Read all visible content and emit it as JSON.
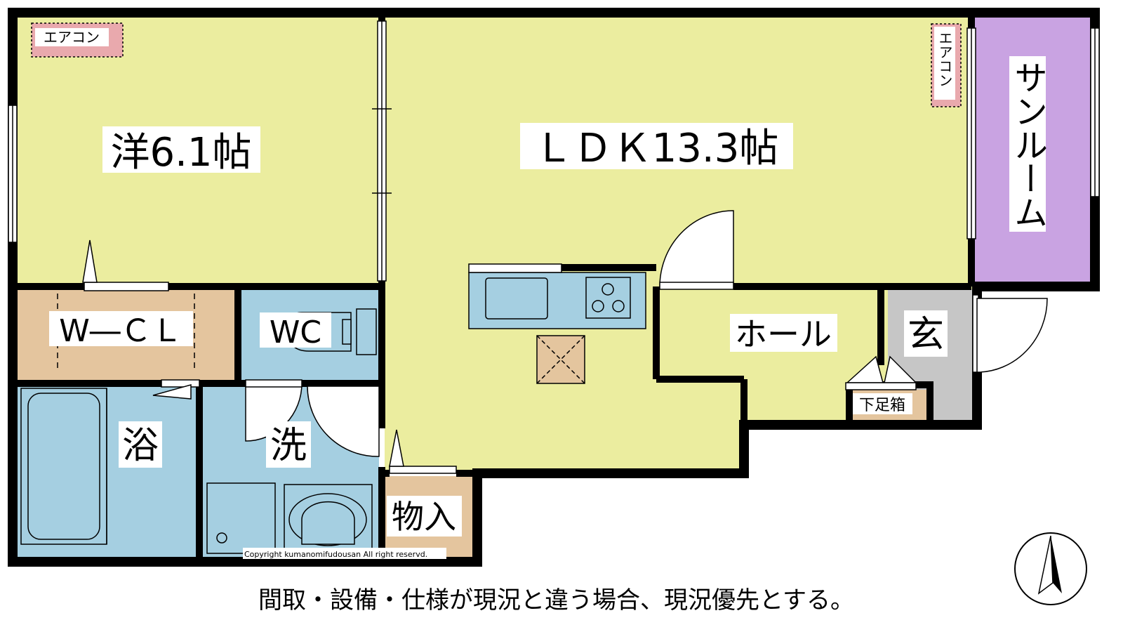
{
  "rooms": {
    "western_room": "洋6.1帖",
    "ldk": "ＬＤＫ13.3帖",
    "sunroom": "サンルーム",
    "walk_in_closet": "W―ＣＬ",
    "toilet": "WC",
    "bath": "浴",
    "washroom": "洗",
    "storage": "物入",
    "hall": "ホール",
    "entrance": "玄",
    "shoe_cabinet": "下足箱"
  },
  "labels": {
    "aircon_1": "エアコン",
    "aircon_2": "エアコン"
  },
  "copyright": "Copyright kumanomifudousan All right reservd.",
  "footer_note": "間取・設備・仕様が現況と違う場合、現況優先とする。",
  "colors": {
    "living_green": "#ebed9f",
    "wet_blue": "#a5cfe1",
    "storage_tan": "#e4c59e",
    "sunroom_purple": "#c9a3e2",
    "entrance_gray": "#c6c6c6",
    "aircon_pink": "#e9a9ad",
    "wall": "#000000"
  }
}
